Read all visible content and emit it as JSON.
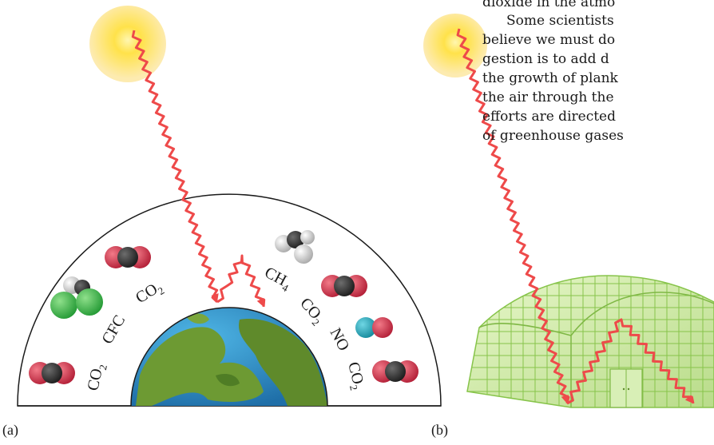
{
  "paragraph": {
    "lines": [
      "dioxide in the atmo",
      "Some scientists",
      "believe we must do",
      "gestion is to add d",
      "the growth of plank",
      "the air through the",
      "efforts are directed",
      "of greenhouse gases"
    ]
  },
  "panel_a": {
    "label": "(a)",
    "gases": {
      "co2_bottom_left": {
        "main": "CO",
        "sub": "2"
      },
      "cfc": {
        "main": "CFC",
        "sub": ""
      },
      "co2_top_left": {
        "main": "CO",
        "sub": "2"
      },
      "ch4": {
        "main": "CH",
        "sub": "4"
      },
      "co2_right": {
        "main": "CO",
        "sub": "2"
      },
      "no": {
        "main": "NO",
        "sub": ""
      },
      "co2_bottom_right": {
        "main": "CO",
        "sub": "2"
      }
    }
  },
  "panel_b": {
    "label": "(b)"
  },
  "colors": {
    "sun_core": "#ffe24a",
    "sun_glow": "#fdebb0",
    "ray": "#ee4a4a",
    "ocean": "#2f8fcf",
    "land": "#6d9a33",
    "greenhouse": "#cfe9a6",
    "greenhouse_grid": "#87c44a",
    "oxygen": "#cc2e45",
    "carbon": "#2d2d2d",
    "chlorine": "#3cb34a",
    "nitrogen": "#1fa6b8",
    "hydrogen": "#d8d8d8"
  }
}
